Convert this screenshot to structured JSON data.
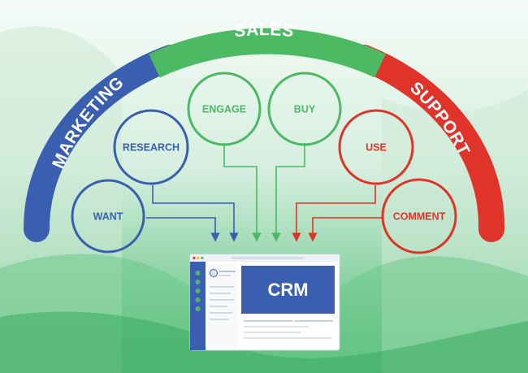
{
  "segments": {
    "marketing": {
      "label": "MARKETING",
      "color": "#3a5fb0"
    },
    "sales": {
      "label": "SALES",
      "color": "#4cba62"
    },
    "support": {
      "label": "SUPPORT",
      "color": "#e0342a"
    }
  },
  "stages": [
    {
      "label": "WANT",
      "group": "marketing"
    },
    {
      "label": "RESEARCH",
      "group": "marketing"
    },
    {
      "label": "ENGAGE",
      "group": "sales"
    },
    {
      "label": "BUY",
      "group": "sales"
    },
    {
      "label": "USE",
      "group": "support"
    },
    {
      "label": "COMMENT",
      "group": "support"
    }
  ],
  "crm": {
    "label": "CRM",
    "panel_color": "#3a5fb0"
  }
}
